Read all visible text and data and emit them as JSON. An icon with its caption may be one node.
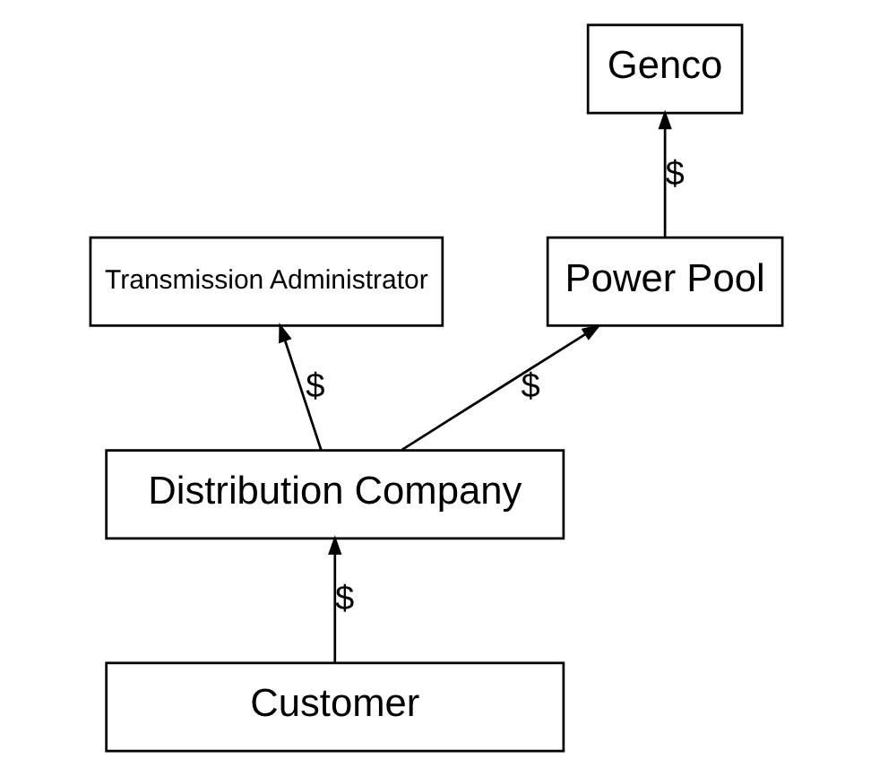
{
  "diagram": {
    "nodes": [
      {
        "text": [
          "Genco"
        ]
      },
      {
        "text": [
          "Transmission Administrator"
        ]
      },
      {
        "text": [
          "Power Pool"
        ]
      },
      {
        "text": [
          "Distribution Company"
        ]
      },
      {
        "text": [
          "Customer"
        ]
      }
    ],
    "edges": [
      {
        "from": 2,
        "to": 0,
        "arrow": "to",
        "label": "$"
      },
      {
        "from": 3,
        "to": 1,
        "arrow": "to",
        "label": "$"
      },
      {
        "from": 3,
        "to": 2,
        "arrow": "to",
        "label": "$"
      },
      {
        "from": 4,
        "to": 3,
        "arrow": "to",
        "label": "$"
      }
    ]
  }
}
